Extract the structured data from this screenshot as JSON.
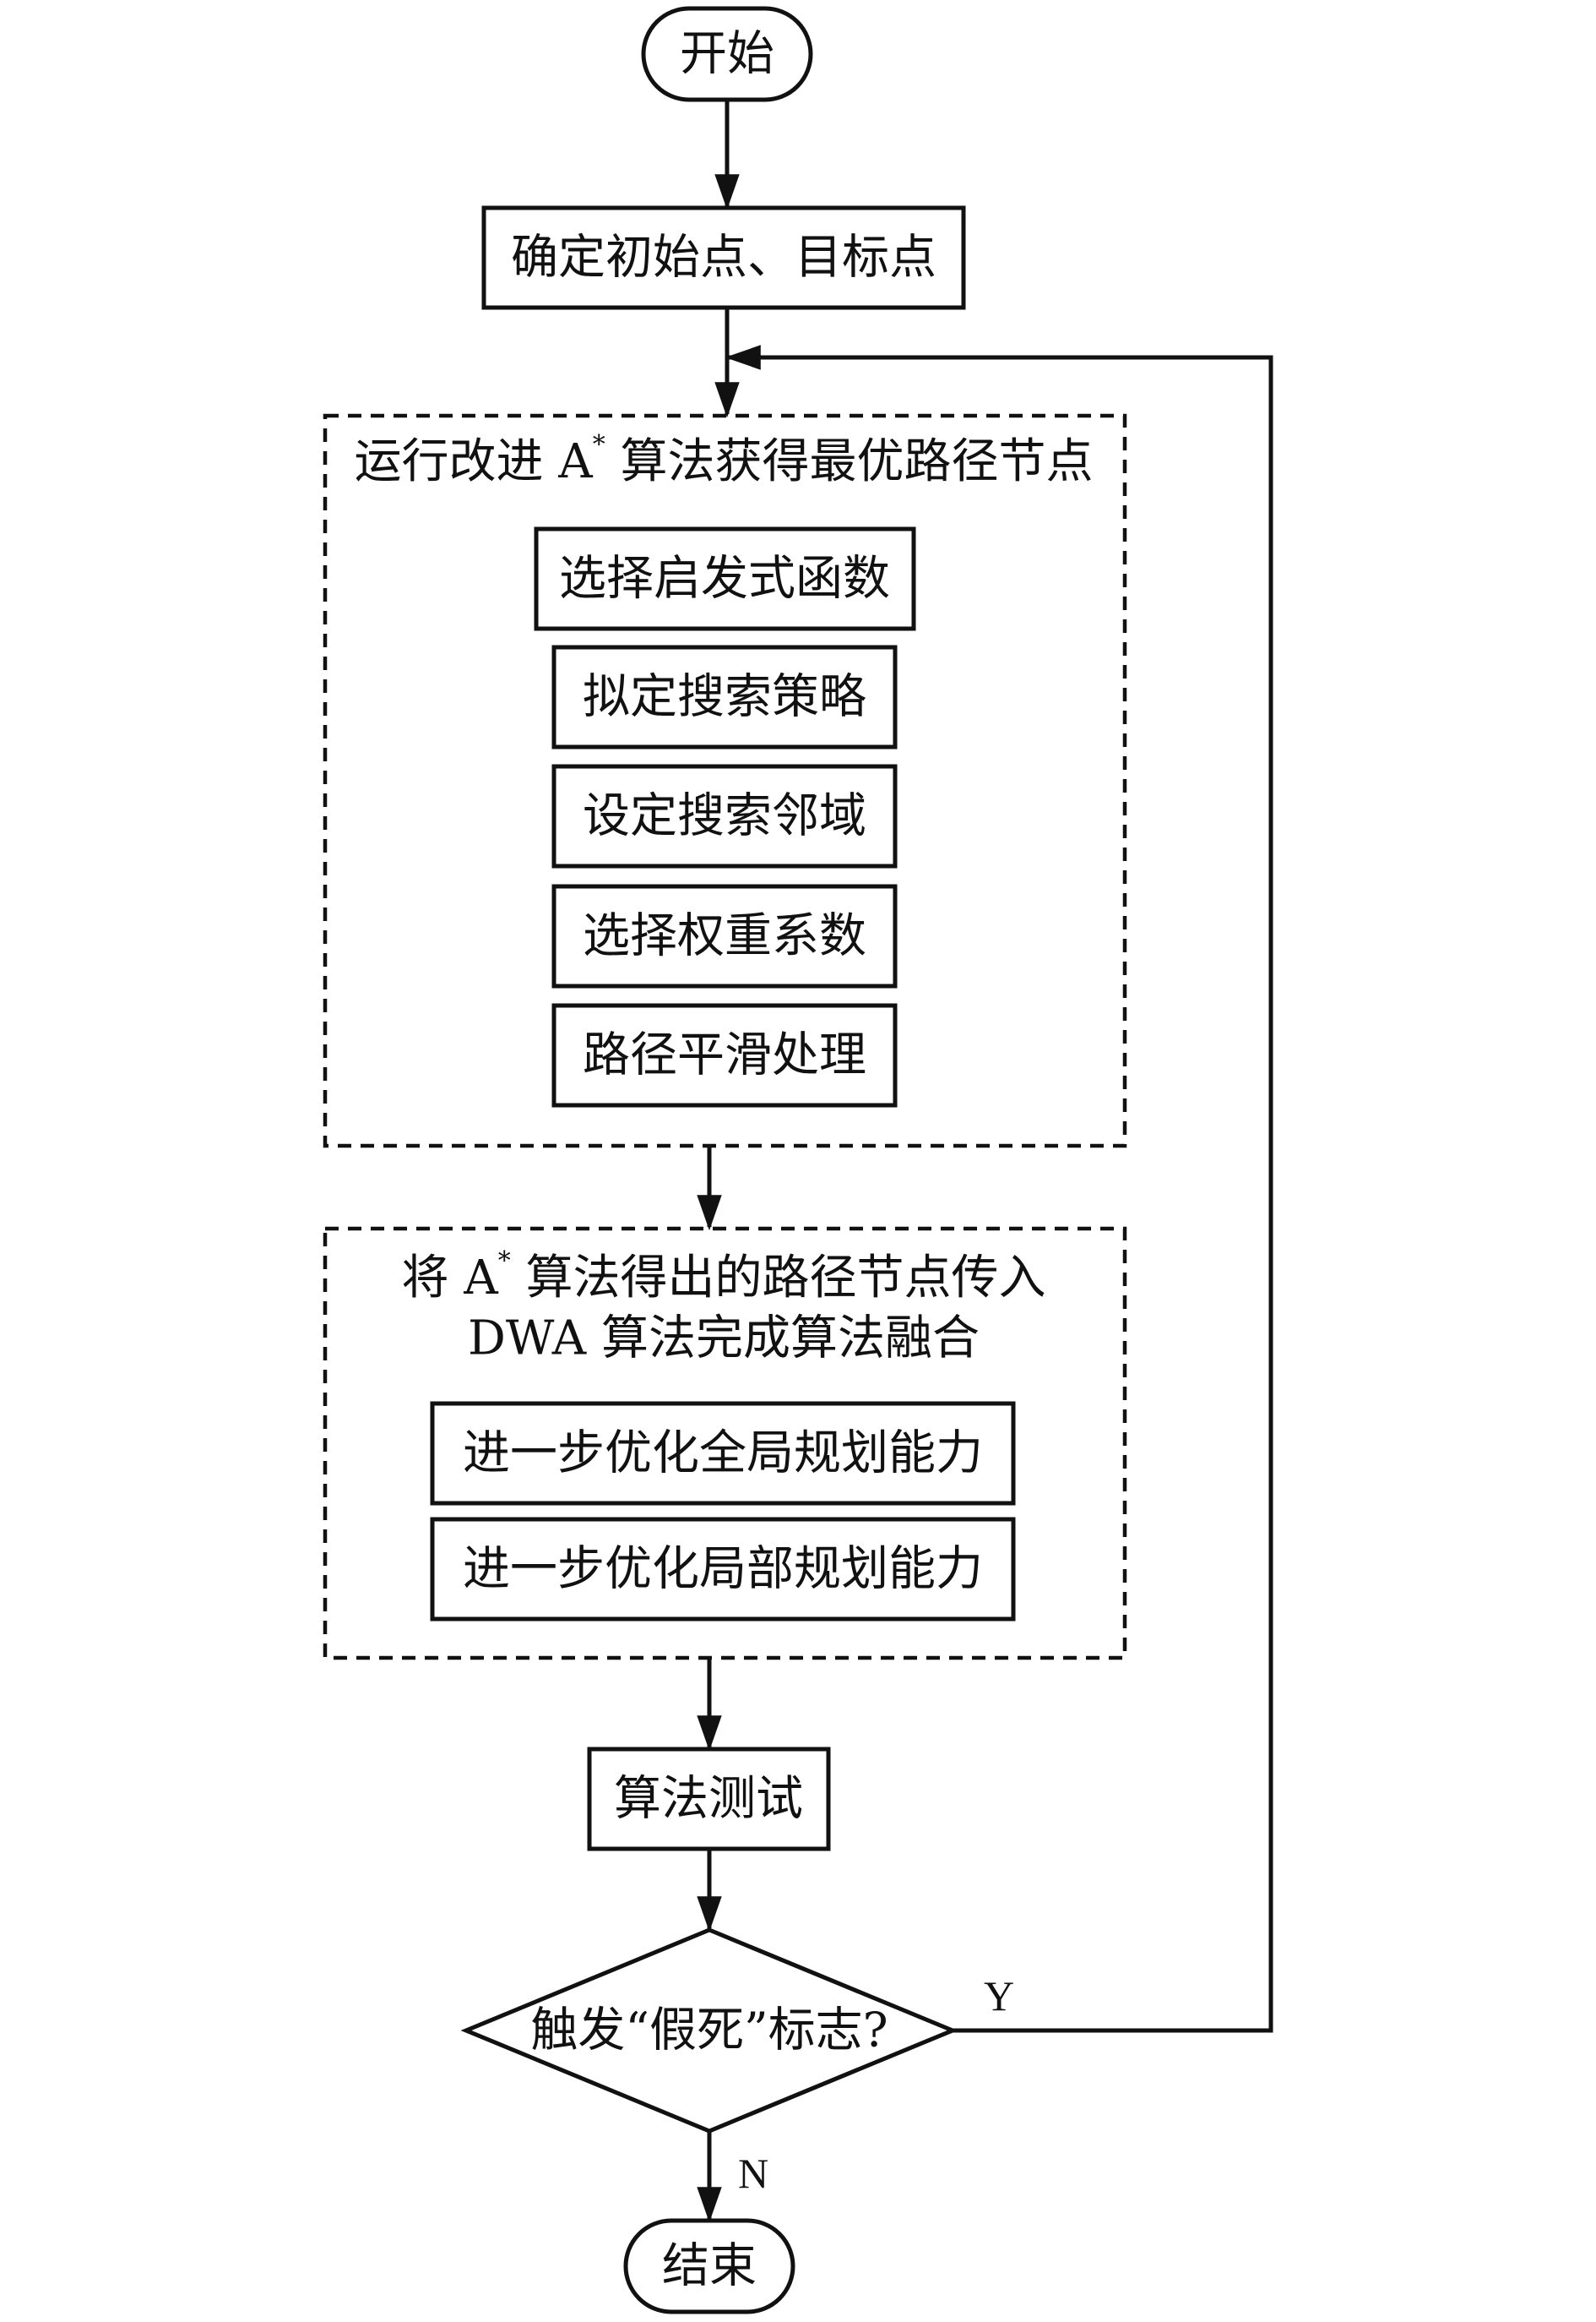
{
  "start": "开始",
  "step_init": "确定初始点、目标点",
  "astar_group": {
    "title_pre": "运行改进 A",
    "title_sup": "*",
    "title_post": " 算法获得最优路径节点",
    "steps": [
      "选择启发式函数",
      "拟定搜索策略",
      "设定搜索邻域",
      "选择权重系数",
      "路径平滑处理"
    ]
  },
  "fusion_group": {
    "title_line1_pre": "将 A",
    "title_line1_sup": "*",
    "title_line1_post": " 算法得出的路径节点传入",
    "title_line2": "DWA 算法完成算法融合",
    "steps": [
      "进一步优化全局规划能力",
      "进一步优化局部规划能力"
    ]
  },
  "test": "算法测试",
  "decision": "触发“假死”标志?",
  "yes": "Y",
  "no": "N",
  "end": "结束"
}
